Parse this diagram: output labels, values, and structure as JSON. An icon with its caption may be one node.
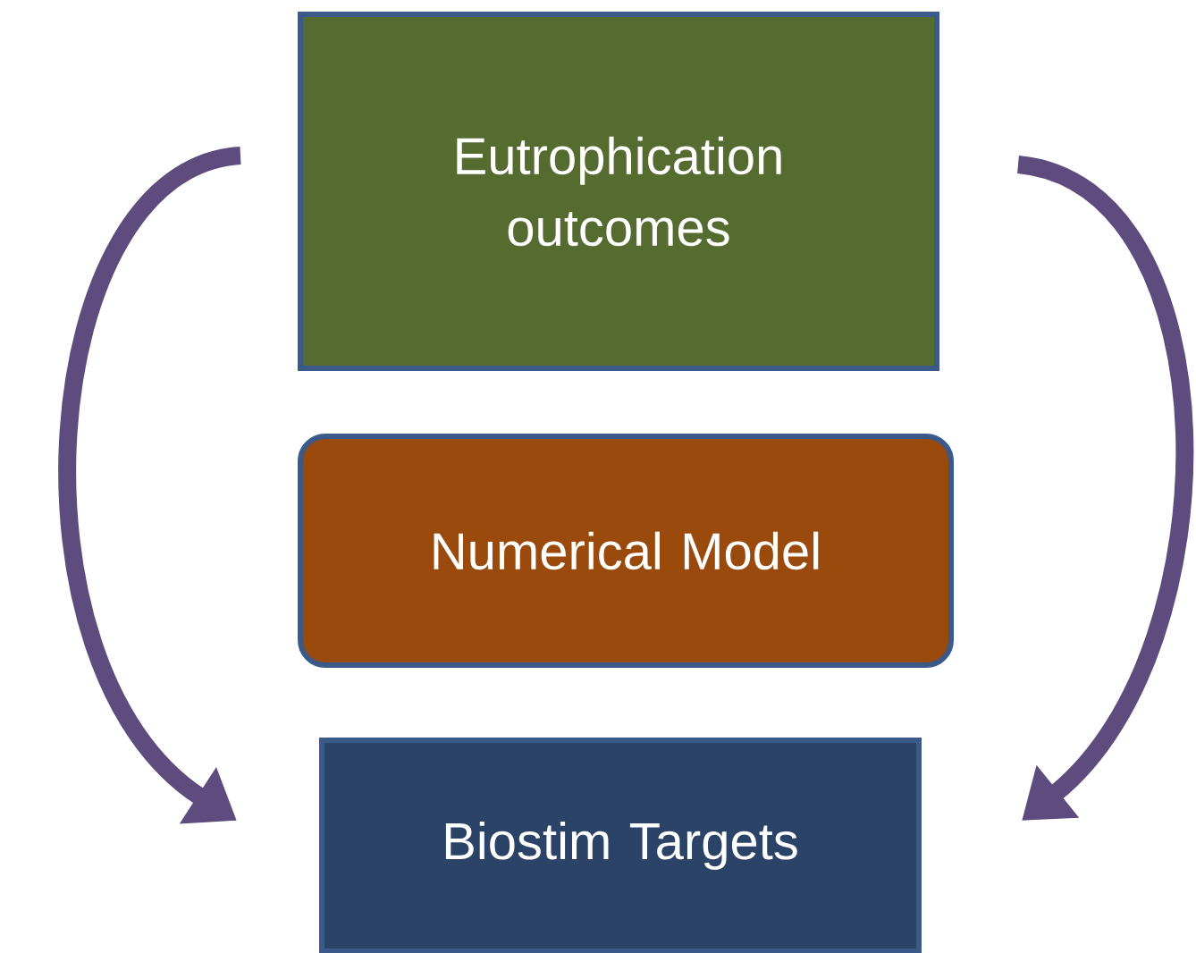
{
  "diagram": {
    "nodes": [
      {
        "text": [
          "Eutrophication outcomes"
        ]
      },
      {
        "text": [
          "Numerical Model"
        ]
      },
      {
        "text": [
          "Biostim Targets"
        ]
      }
    ],
    "edges": [
      {
        "from": 0,
        "to": 2,
        "arrow": "to"
      },
      {
        "from": 0,
        "to": 2,
        "arrow": "to"
      }
    ]
  }
}
